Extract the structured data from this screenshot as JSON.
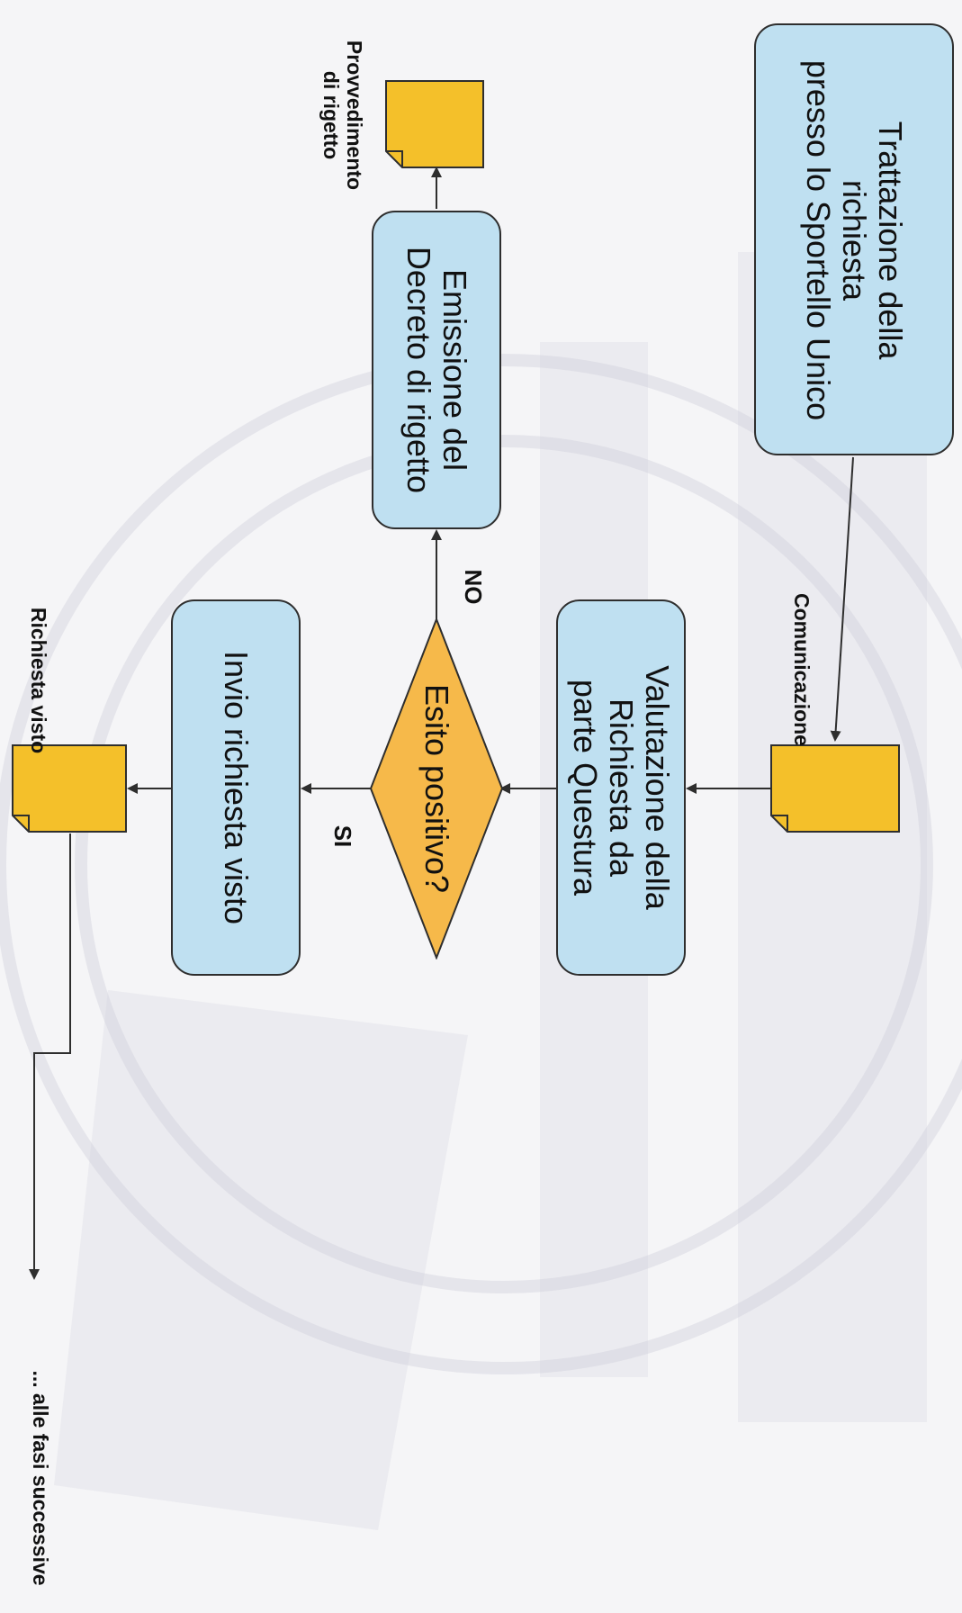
{
  "diagram": {
    "nodes": {
      "trattazione": "Trattazione della\nrichiesta\npresso lo Sportello Unico",
      "valutazione": "Valutazione della\nRichiesta da\nparte Questura",
      "esito": "Esito positivo?",
      "emissione": "Emissione del\nDecreto di rigetto",
      "invio": "Invio richiesta visto"
    },
    "documents": {
      "comunicazione": "Comunicazione",
      "provvedimento": "Provvedimento\ndi rigetto",
      "richiesta_visto": "Richiesta visto"
    },
    "labels": {
      "no": "NO",
      "si": "SI",
      "next": "... alle fasi successive"
    }
  },
  "colors": {
    "process_fill": "#bfe0f1",
    "decision_fill": "#f6b94a",
    "document_fill": "#f4c02a",
    "border": "#2e2e2e",
    "watermark": "#c9c9d6"
  }
}
